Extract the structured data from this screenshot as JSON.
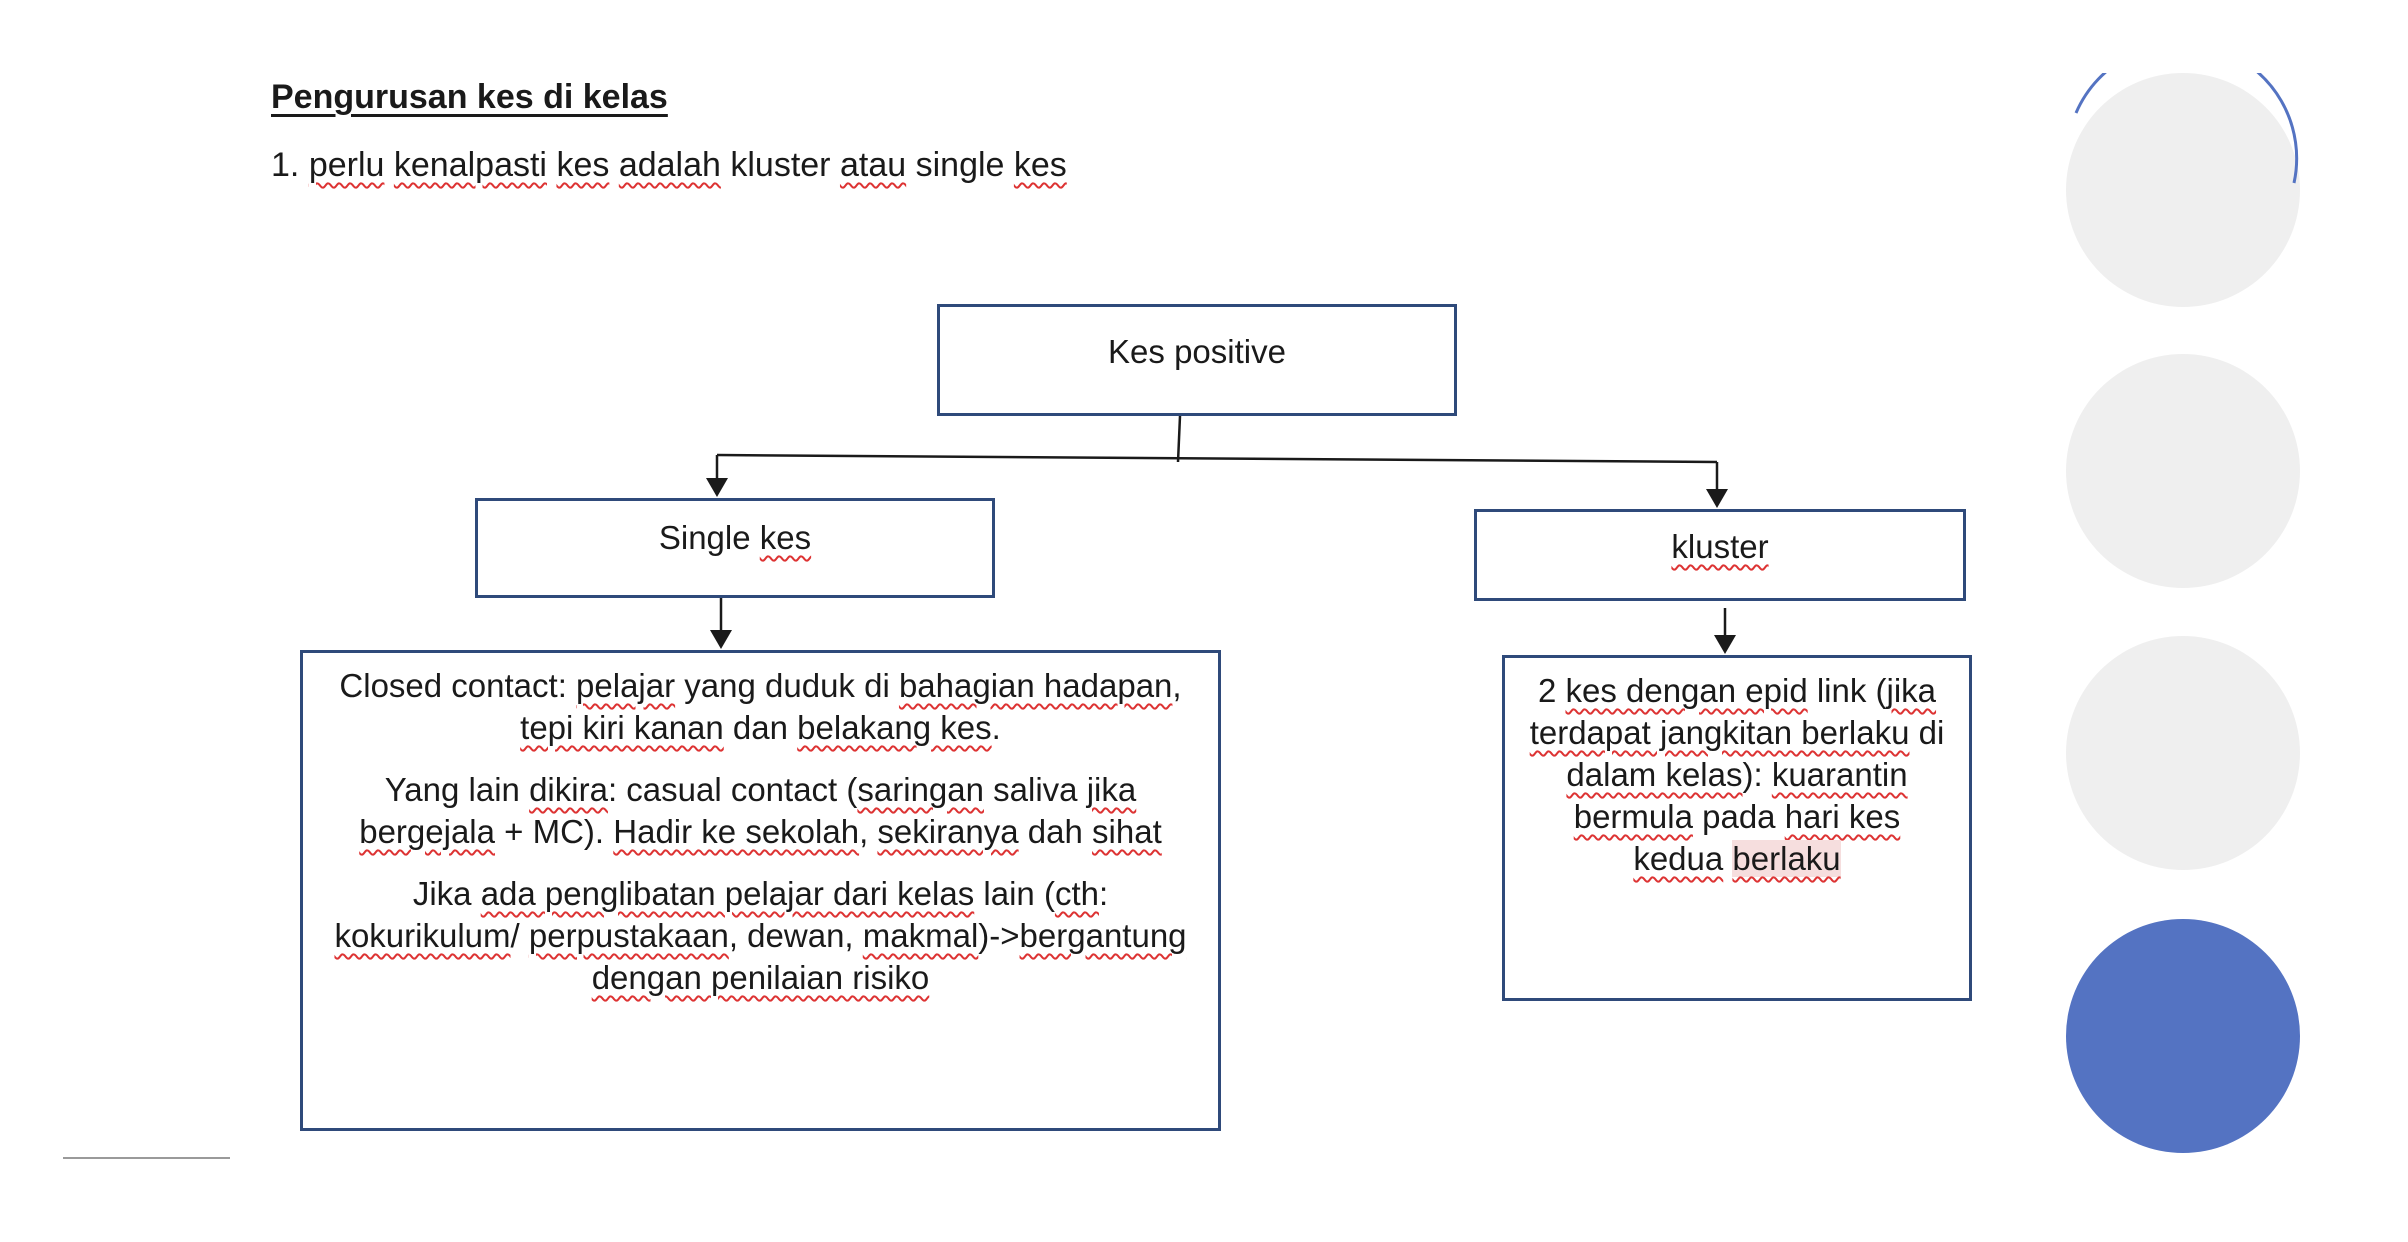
{
  "heading": "Pengurusan kes di kelas",
  "intro": {
    "prefix": "1. ",
    "w1": "perlu",
    "s1": " ",
    "w2": "kenalpasti",
    "s2": " ",
    "w3": "kes",
    "s3": " ",
    "w4": "adalah",
    "s4": " kluster ",
    "w5": "atau",
    "s5": " single ",
    "w6": "kes"
  },
  "root": {
    "label": "Kes positive"
  },
  "single": {
    "label_a": "Single ",
    "label_b": "kes"
  },
  "kluster": {
    "label": "kluster"
  },
  "single_detail": {
    "p1": {
      "a": "Closed contact: ",
      "b": "pelajar",
      "c": " yang duduk di ",
      "d": "bahagian hadapan",
      "e": ", ",
      "f": "tepi kiri kanan",
      "g": " dan ",
      "h": "belakang kes",
      "i": "."
    },
    "p2": {
      "a": "Yang lain ",
      "b": "dikira",
      "c": ": casual contact (",
      "d": "saringan",
      "e": " saliva ",
      "f": "jika bergejala",
      "g": " + MC). ",
      "h": "Hadir ke sekolah",
      "i": ", ",
      "j": "sekiranya",
      "k": " dah ",
      "l": "sihat"
    },
    "p3": {
      "a": "Jika ",
      "b": "ada penglibatan pelajar dari kelas",
      "c": " lain (",
      "d": "cth",
      "e": ": ",
      "f": "kokurikulum",
      "g": "/ ",
      "h": "perpustakaan",
      "i": ", dewan, ",
      "j": "makmal",
      "k": ")->",
      "l": "bergantung dengan penilaian risiko"
    }
  },
  "kluster_detail": {
    "a": "2 ",
    "b": "kes dengan epid",
    "c": " link (",
    "d": "jika terdapat jangkitan berlaku",
    "e": " di ",
    "f": "dalam kelas",
    "g": "): ",
    "h": "kuarantin bermula",
    "i": " pada ",
    "j": "hari kes kedua",
    "k": " ",
    "l": "berlaku"
  },
  "colors": {
    "box_border": "#2f4a7a",
    "circle_light": "#efefef",
    "circle_accent": "#5473c2",
    "spellcheck_underline": "#dd3333"
  }
}
